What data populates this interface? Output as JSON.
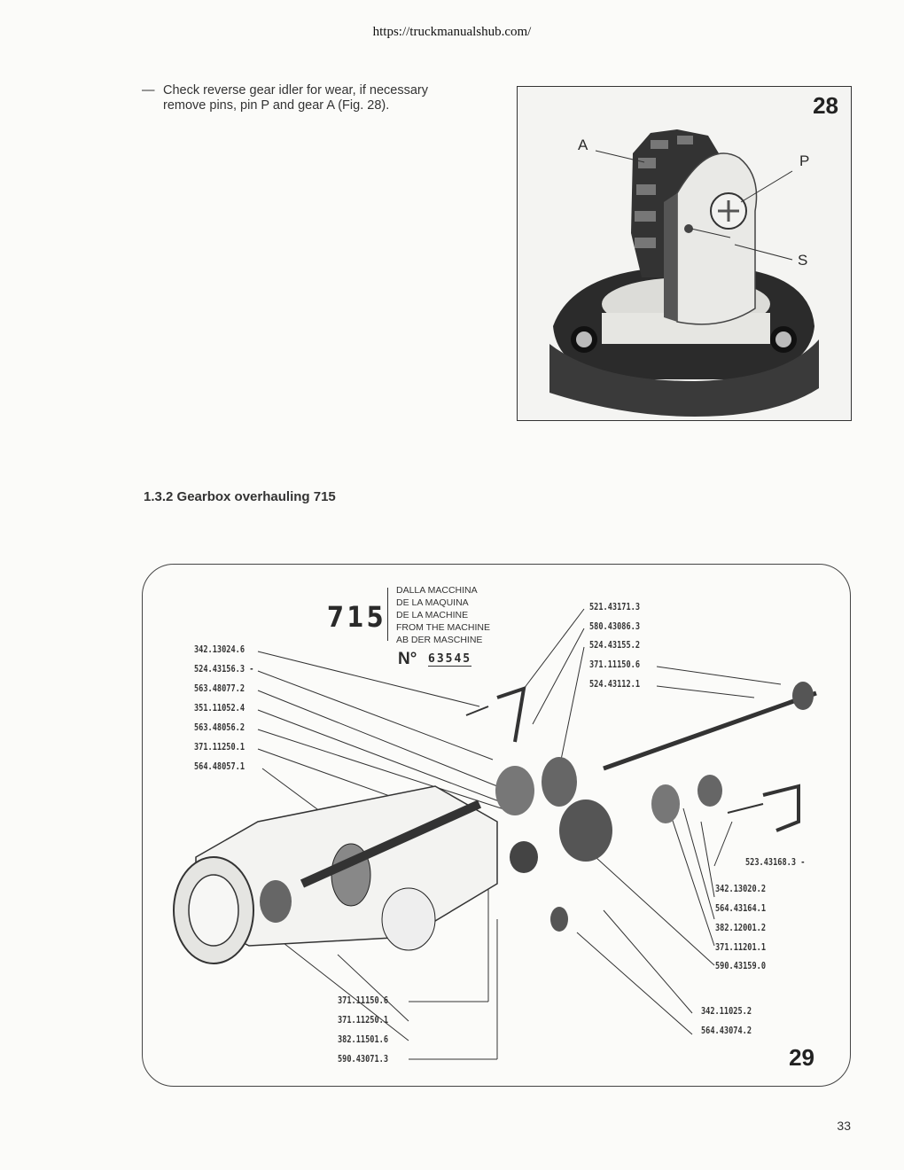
{
  "header_url": "https://truckmanualshub.com/",
  "instruction": {
    "dash": "—",
    "text_line1": "Check reverse gear idler for wear, if necessary",
    "text_line2": "remove pins, pin P and gear A (Fig. 28)."
  },
  "figure28": {
    "number": "28",
    "labels": {
      "a": "A",
      "p": "P",
      "s": "S"
    }
  },
  "section_heading": "1.3.2 Gearbox overhauling 715",
  "figure29": {
    "number": "29",
    "model": "715",
    "machine_lines": [
      "DALLA MACCHINA",
      "DE LA MAQUINA",
      "DE LA MACHINE",
      "FROM THE MACHINE",
      "AB DER MASCHINE"
    ],
    "serial_prefix": "N°",
    "serial": "63545",
    "left_parts": [
      "342.13024.6",
      "524.43156.3 -",
      "563.48077.2",
      "351.11052.4",
      "563.48056.2",
      "371.11250.1",
      "564.48057.1"
    ],
    "top_right_parts": [
      "521.43171.3",
      "580.43086.3",
      "524.43155.2",
      "371.11150.6",
      "524.43112.1"
    ],
    "right_parts": [
      "523.43168.3 -",
      "342.13020.2",
      "564.43164.1",
      "382.12001.2",
      "371.11201.1",
      "590.43159.0"
    ],
    "bottom_left_parts": [
      "371.11150.6",
      "371.11250.1",
      "382.11501.6",
      "590.43071.3"
    ],
    "bottom_right_parts": [
      "342.11025.2",
      "564.43074.2"
    ]
  },
  "page_number": "33"
}
